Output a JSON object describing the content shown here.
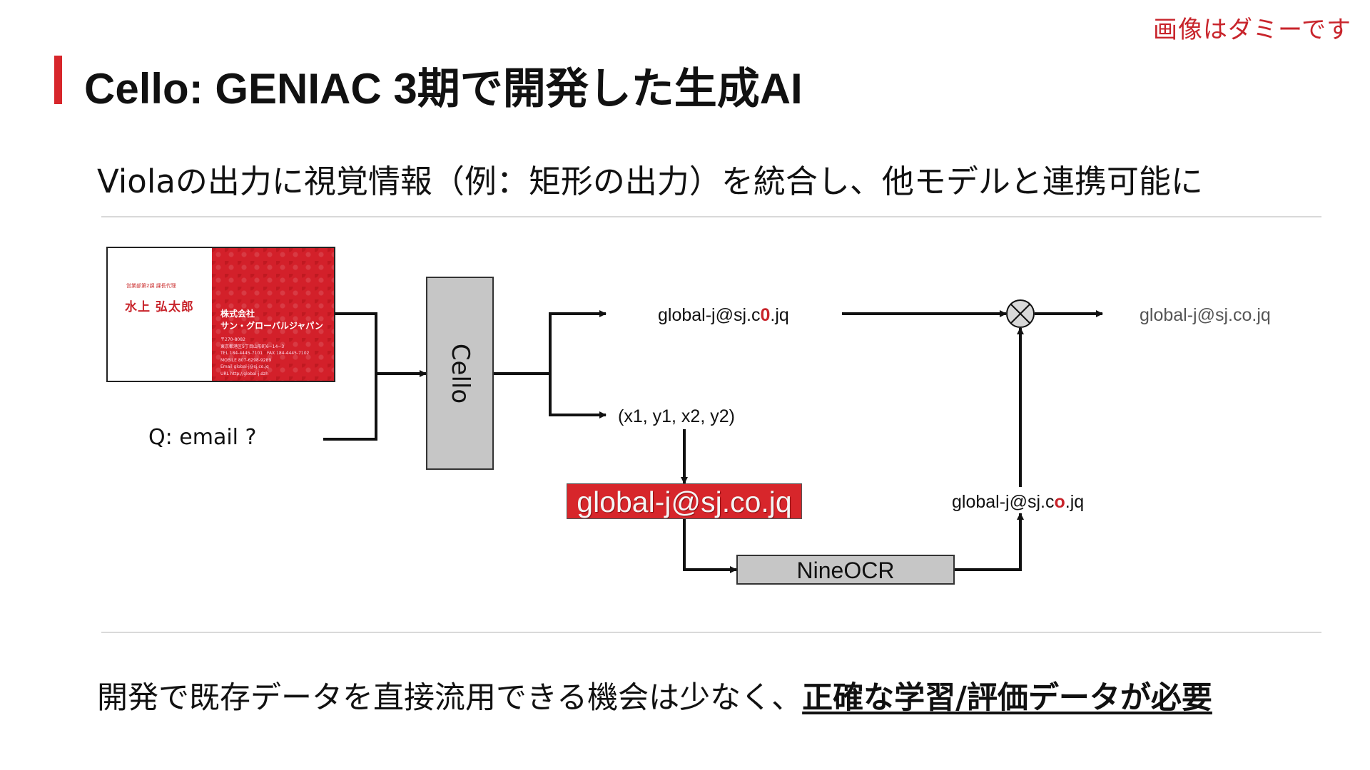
{
  "notice": "画像はダミーです",
  "title": "Cello: GENIAC 3期で開発した生成AI",
  "subtitle": "Violaの出力に視覚情報（例：矩形の出力）を統合し、他モデルと連携可能に",
  "footer": {
    "text": "開発で既存データを直接流用できる機会は少なく、",
    "emphasis": "正確な学習/評価データが必要"
  },
  "business_card": {
    "department": "営業部第2課 課長代理",
    "name": "水上 弘太郎",
    "company_line1": "株式会社",
    "company_line2": "サン・グローバルジャパン",
    "details": [
      "〒270-8082",
      "東京都港区5丁目山形町6−14−3",
      "TEL 184-4445-7101　FAX 184-4445-7102",
      "MOBILE 807-6298-9289",
      "Email global-j@sj.co.jq",
      "URL http://global-j.dzh"
    ]
  },
  "question": "Q: email ?",
  "cello_label": "Cello",
  "output_email": {
    "before": "global-j@sj.c",
    "highlight": "0",
    "after": ".jq"
  },
  "output_coords": "(x1, y1, x2, y2)",
  "cropped_email": "global-j@sj.co.jq",
  "ocr_label": "NineOCR",
  "ocr_email": {
    "before": "global-j@sj.c",
    "highlight": "o",
    "after": ".jq"
  },
  "final_email": "global-j@sj.co.jq",
  "colors": {
    "accent": "#d7262b",
    "box_fill": "#c6c6c6",
    "card_red": "#d3202a"
  }
}
